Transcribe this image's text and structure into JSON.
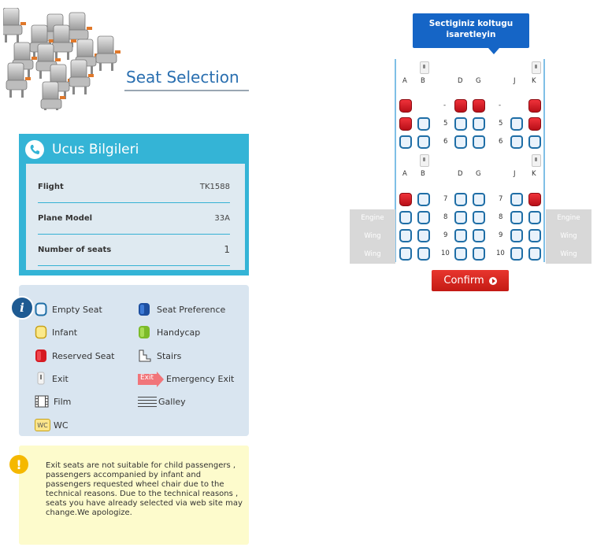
{
  "header": {
    "title": "Seat Selection"
  },
  "flight_info": {
    "title": "Ucus Bilgileri",
    "rows": [
      {
        "label": "Flight",
        "value": "TK1588"
      },
      {
        "label": "Plane Model",
        "value": "33A"
      },
      {
        "label": "Number of seats",
        "value": "1"
      }
    ]
  },
  "legend": {
    "items": [
      {
        "label": "Empty Seat",
        "icon": "empty-seat-icon"
      },
      {
        "label": "Seat Preference",
        "icon": "seat-preference-icon"
      },
      {
        "label": "Infant",
        "icon": "infant-seat-icon"
      },
      {
        "label": "Handycap",
        "icon": "handycap-seat-icon"
      },
      {
        "label": "Reserved Seat",
        "icon": "reserved-seat-icon"
      },
      {
        "label": "Stairs",
        "icon": "stairs-icon"
      },
      {
        "label": "Exit",
        "icon": "exit-icon"
      },
      {
        "label": "Emergency Exit",
        "icon": "emergency-exit-icon",
        "badge": "Exit"
      },
      {
        "label": "Film",
        "icon": "film-icon"
      },
      {
        "label": "Galley",
        "icon": "galley-icon"
      },
      {
        "label": "WC",
        "icon": "wc-icon",
        "badge": "WC"
      }
    ]
  },
  "warning": {
    "text": "Exit seats are not suitable for child passengers , passengers accompanied by infant and passengers requested wheel chair due to the technical reasons. Due to the technical reasons , seats you have already selected via web site may change.We apologize."
  },
  "seatmap": {
    "tooltip": "Sectiginiz koltugu isaretleyin",
    "columns": [
      "A",
      "B",
      "D",
      "G",
      "J",
      "K"
    ],
    "side_labels": [
      "Engine",
      "Wing",
      "Wing"
    ],
    "rows": [
      {
        "num": "-",
        "seats": [
          "reserved",
          "none",
          "reserved",
          "reserved",
          "none",
          "reserved"
        ]
      },
      {
        "num": "5",
        "seats": [
          "reserved",
          "empty",
          "empty",
          "empty",
          "empty",
          "reserved"
        ]
      },
      {
        "num": "6",
        "seats": [
          "empty",
          "empty",
          "empty",
          "empty",
          "empty",
          "empty"
        ]
      },
      {
        "num": "7",
        "seats": [
          "reserved",
          "empty",
          "empty",
          "empty",
          "empty",
          "reserved"
        ]
      },
      {
        "num": "8",
        "seats": [
          "empty",
          "empty",
          "empty",
          "empty",
          "empty",
          "empty"
        ]
      },
      {
        "num": "9",
        "seats": [
          "empty",
          "empty",
          "empty",
          "empty",
          "empty",
          "empty"
        ]
      },
      {
        "num": "10",
        "seats": [
          "empty",
          "empty",
          "empty",
          "empty",
          "empty",
          "empty"
        ]
      }
    ],
    "confirm_label": "Confirm"
  },
  "colors": {
    "accent": "#34b4d6",
    "reserved": "#d61a22",
    "confirm": "#d4221b",
    "title": "#2a6fb0"
  }
}
